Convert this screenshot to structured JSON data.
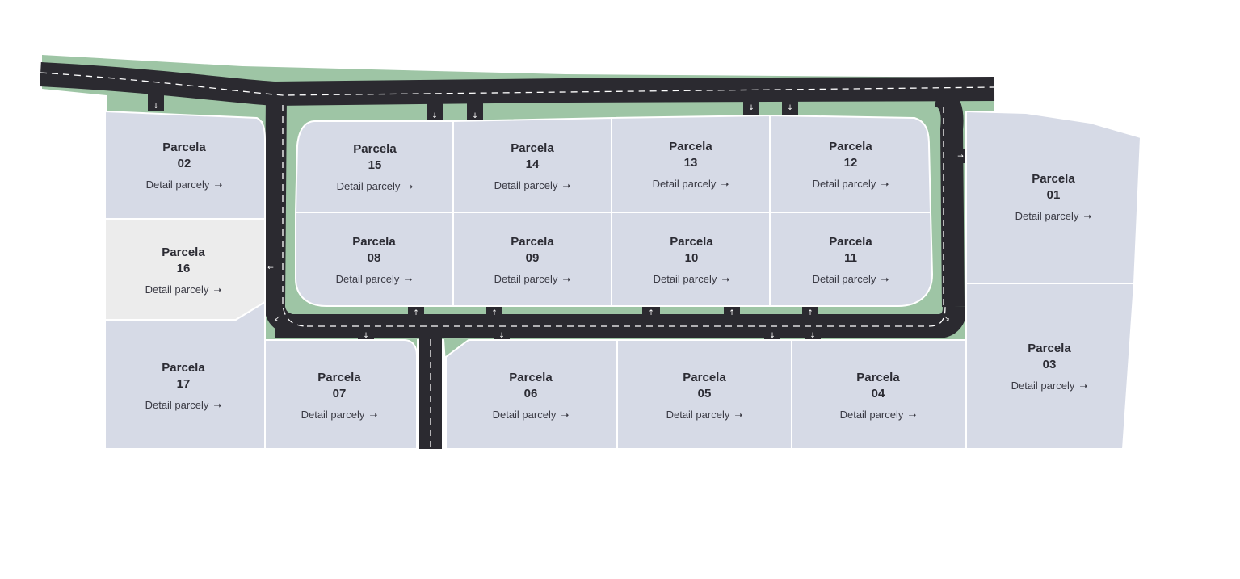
{
  "colors": {
    "road": "#2b2a30",
    "green": "#9ec5a5",
    "parcel": "#d6dae6",
    "parcel_highlight": "#ececec",
    "parcel_border": "#ffffff",
    "lane_marking": "#ffffff",
    "text": "#2b2b33"
  },
  "parcels": [
    {
      "id": "01",
      "title": "Parcela",
      "number": "01",
      "link": "Detail parcely",
      "link_icon": "arrow-right-icon",
      "highlighted": false
    },
    {
      "id": "02",
      "title": "Parcela",
      "number": "02",
      "link": "Detail parcely",
      "link_icon": "arrow-right-icon",
      "highlighted": false
    },
    {
      "id": "03",
      "title": "Parcela",
      "number": "03",
      "link": "Detail parcely",
      "link_icon": "arrow-right-icon",
      "highlighted": false
    },
    {
      "id": "04",
      "title": "Parcela",
      "number": "04",
      "link": "Detail parcely",
      "link_icon": "arrow-right-icon",
      "highlighted": false
    },
    {
      "id": "05",
      "title": "Parcela",
      "number": "05",
      "link": "Detail parcely",
      "link_icon": "arrow-right-icon",
      "highlighted": false
    },
    {
      "id": "06",
      "title": "Parcela",
      "number": "06",
      "link": "Detail parcely",
      "link_icon": "arrow-right-icon",
      "highlighted": false
    },
    {
      "id": "07",
      "title": "Parcela",
      "number": "07",
      "link": "Detail parcely",
      "link_icon": "arrow-right-icon",
      "highlighted": false
    },
    {
      "id": "08",
      "title": "Parcela",
      "number": "08",
      "link": "Detail parcely",
      "link_icon": "arrow-right-icon",
      "highlighted": false
    },
    {
      "id": "09",
      "title": "Parcela",
      "number": "09",
      "link": "Detail parcely",
      "link_icon": "arrow-right-icon",
      "highlighted": false
    },
    {
      "id": "10",
      "title": "Parcela",
      "number": "10",
      "link": "Detail parcely",
      "link_icon": "arrow-right-icon",
      "highlighted": false
    },
    {
      "id": "11",
      "title": "Parcela",
      "number": "11",
      "link": "Detail parcely",
      "link_icon": "arrow-right-icon",
      "highlighted": false
    },
    {
      "id": "12",
      "title": "Parcela",
      "number": "12",
      "link": "Detail parcely",
      "link_icon": "arrow-right-icon",
      "highlighted": false
    },
    {
      "id": "13",
      "title": "Parcela",
      "number": "13",
      "link": "Detail parcely",
      "link_icon": "arrow-right-icon",
      "highlighted": false
    },
    {
      "id": "14",
      "title": "Parcela",
      "number": "14",
      "link": "Detail parcely",
      "link_icon": "arrow-right-icon",
      "highlighted": false
    },
    {
      "id": "15",
      "title": "Parcela",
      "number": "15",
      "link": "Detail parcely",
      "link_icon": "arrow-right-icon",
      "highlighted": false
    },
    {
      "id": "16",
      "title": "Parcela",
      "number": "16",
      "link": "Detail parcely",
      "link_icon": "arrow-right-icon",
      "highlighted": true
    },
    {
      "id": "17",
      "title": "Parcela",
      "number": "17",
      "link": "Detail parcely",
      "link_icon": "arrow-right-icon",
      "highlighted": false
    }
  ]
}
